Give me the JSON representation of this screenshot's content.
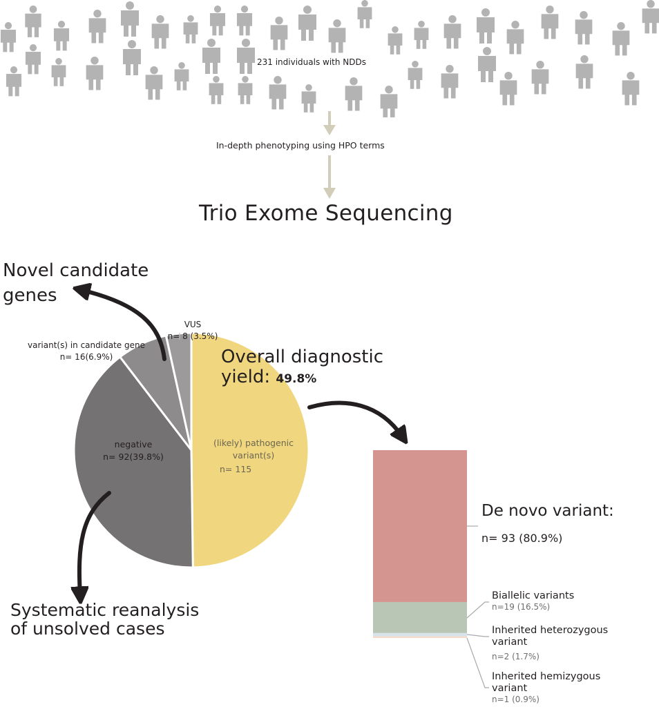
{
  "cohort": {
    "label": "231 individuals with NDDs",
    "person_icon_color": "#b3b3b3"
  },
  "steps": {
    "phenotyping": "In-depth phenotyping using HPO terms",
    "sequencing": "Trio Exome Sequencing",
    "arrow_color": "#d2cdb8"
  },
  "outcomes": {
    "novel_genes": [
      "Novel candidate",
      "genes"
    ],
    "reanalysis": [
      "Systematic reanalysis",
      "of unsolved cases"
    ],
    "overall_yield_label": "Overall diagnostic",
    "overall_yield_label2": "yield:",
    "overall_yield_value": "49.8%"
  },
  "chart_data": [
    {
      "type": "pie",
      "title": "",
      "total": 231,
      "slices": [
        {
          "name": "(likely) pathogenic variant(s)",
          "label_lines": [
            "(likely) pathogenic",
            "variant(s)"
          ],
          "n_label": "n= 115",
          "value": 115,
          "percent": 49.8,
          "color": "#f0d67e"
        },
        {
          "name": "negative",
          "label_lines": [
            "negative"
          ],
          "n_label": "n= 92(39.8%)",
          "value": 92,
          "percent": 39.8,
          "color": "#757273"
        },
        {
          "name": "variant(s) in candidate gene",
          "label_lines": [
            "variant(s) in candidate gene"
          ],
          "n_label": "n= 16(6.9%)",
          "value": 16,
          "percent": 6.9,
          "color": "#8d8b8b"
        },
        {
          "name": "VUS",
          "label_lines": [
            "VUS"
          ],
          "n_label": "n= 8 (3.5%)",
          "value": 8,
          "percent": 3.5,
          "color": "#9c9a9a"
        }
      ]
    },
    {
      "type": "bar",
      "stacked": true,
      "title": "",
      "total": 115,
      "segments": [
        {
          "name": "De novo variant",
          "title": "De novo variant:",
          "n_label": "n= 93 (80.9%)",
          "value": 93,
          "percent": 80.9,
          "color": "#d4948f"
        },
        {
          "name": "Biallelic variants",
          "title": "Biallelic variants",
          "n_label": "n=19 (16.5%)",
          "value": 19,
          "percent": 16.5,
          "color": "#bac6b5"
        },
        {
          "name": "Inherited heterozygous variant",
          "title": "Inherited heterozygous\nvariant",
          "title_lines": [
            "Inherited heterozygous",
            "variant"
          ],
          "n_label": "n=2 (1.7%)",
          "value": 2,
          "percent": 1.7,
          "color": "#d6e3ea"
        },
        {
          "name": "Inherited hemizygous variant",
          "title_lines": [
            "Inherited hemizygous",
            "variant"
          ],
          "n_label": "n=1 (0.9%)",
          "value": 1,
          "percent": 0.9,
          "color": "#f6d9c6"
        }
      ]
    }
  ]
}
